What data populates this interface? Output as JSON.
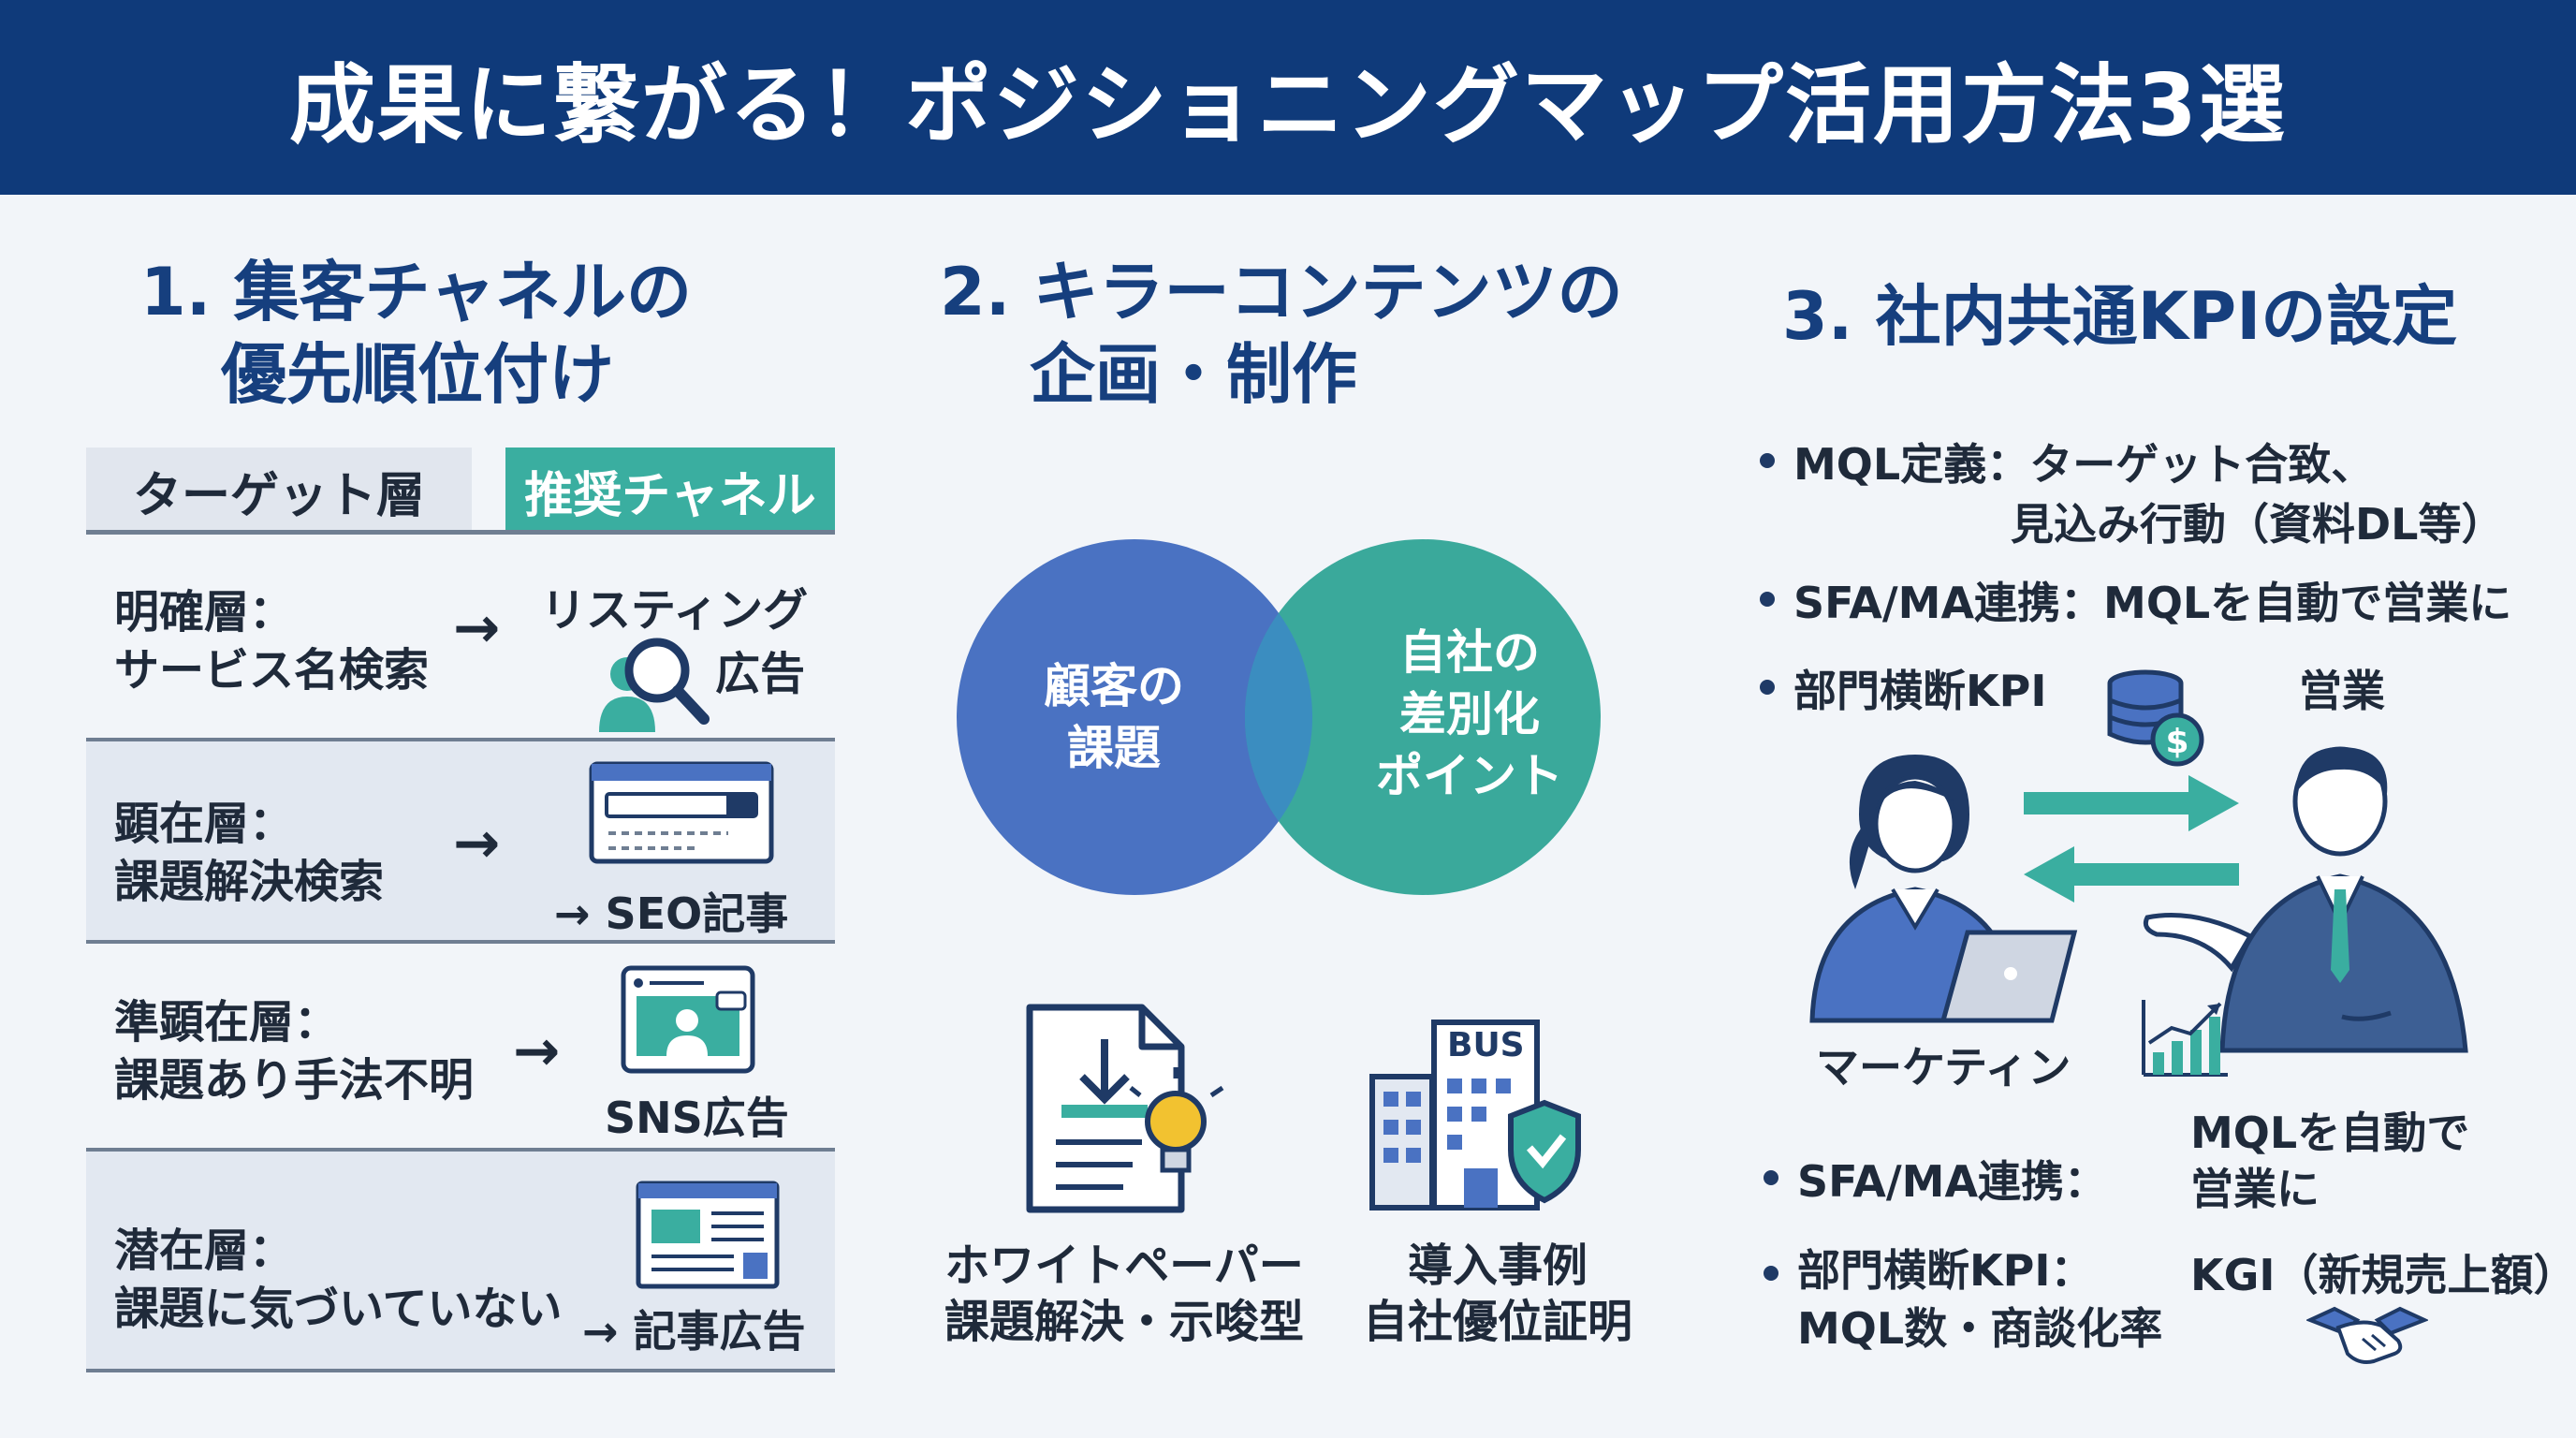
{
  "header": {
    "title": "成果に繋がる！ポジショニングマップ活用方法3選"
  },
  "col1": {
    "title_line1": "1. 集客チャネルの",
    "title_line2": "優先順位付け",
    "header_target": "ターゲット層",
    "header_channel": "推奨チャネル",
    "rows": [
      {
        "layer_line1": "明確層：",
        "layer_line2": "サービス名検索",
        "arrow": "→",
        "channel_line1": "リスティング",
        "channel_line2": "広告",
        "icon": "person-search-icon"
      },
      {
        "layer_line1": "顕在層：",
        "layer_line2": "課題解決検索",
        "arrow": "→",
        "channel": "→ SEO記事",
        "icon": "browser-search-icon"
      },
      {
        "layer_line1": "準顕在層：",
        "layer_line2": "課題あり手法不明",
        "arrow": "→",
        "channel": "SNS広告",
        "icon": "social-post-icon"
      },
      {
        "layer_line1": "潜在層：",
        "layer_line2": "課題に気づいていない",
        "arrow": "→",
        "channel": "→ 記事広告",
        "icon": "article-page-icon"
      }
    ]
  },
  "col2": {
    "title_line1": "2. キラーコンテンツの",
    "title_line2": "企画・制作",
    "venn_left_line1": "顧客の",
    "venn_left_line2": "課題",
    "venn_right_line1": "自社の",
    "venn_right_line2": "差別化",
    "venn_right_line3": "ポイント",
    "item1_line1": "ホワイトペーパー",
    "item1_line2": "課題解決・示唆型",
    "item2_line1": "導入事例",
    "item2_line2": "自社優位証明",
    "building_sign": "BUS"
  },
  "col3": {
    "title": "3. 社内共通KPIの設定",
    "b1_line1": "MQL定義：ターゲット合致、",
    "b1_line2": "見込み行動（資料DL等）",
    "b2": "SFA/MA連携：MQLを自動で営業に",
    "b3": "部門横断KPI",
    "label_sales": "営業",
    "label_marketing": "マーケティン",
    "b4_label": "SFA/MA連携：",
    "b4_value_line1": "MQLを自動で",
    "b4_value_line2": "営業に",
    "b5_label_line1": "部門横断KPI：",
    "b5_label_line2": "MQL数・商談化率",
    "b5_value": "KGI（新規売上額）"
  },
  "colors": {
    "navy": "#0f3a7a",
    "teal": "#3aaea0",
    "blue_circle": "#4a72c2",
    "teal_circle": "#3aa99b",
    "row_bg": "#e2e8f1"
  }
}
